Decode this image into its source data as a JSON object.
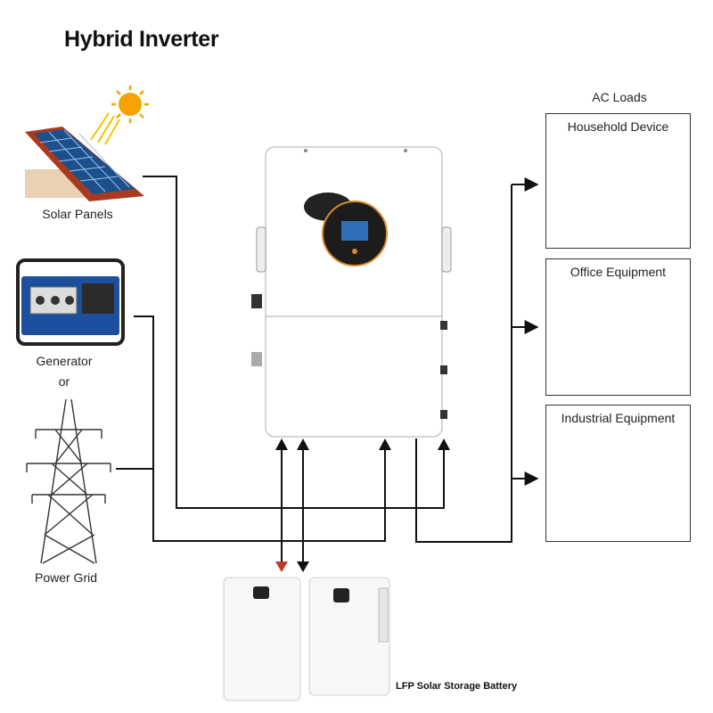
{
  "title": "Hybrid Inverter",
  "sources": {
    "solar_label": "Solar Panels",
    "generator_label": "Generator",
    "or_label": "or",
    "grid_label": "Power Grid"
  },
  "loads": {
    "header": "AC Loads",
    "household_title": "Household Device",
    "office_title": "Office Equipment",
    "industrial_title": "Industrial Equipment"
  },
  "battery": {
    "label": "LFP Solar Storage Battery"
  },
  "colors": {
    "line": "#111111",
    "panel_border": "#333333",
    "sun": "#f5a300",
    "inverter_body": "#ffffff",
    "battery_body": "#f7f7f7"
  }
}
